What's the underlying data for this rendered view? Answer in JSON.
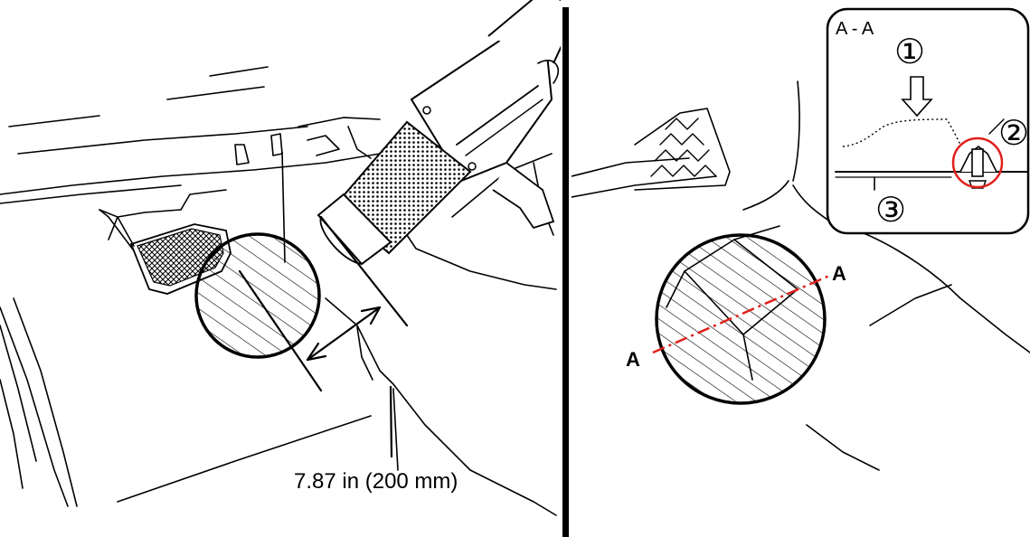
{
  "left": {
    "dimension_label": "7.87 in (200 mm)"
  },
  "right": {
    "section_line_label_start": "A",
    "section_line_label_end": "A",
    "inset": {
      "title": "A - A",
      "callout_1": "①",
      "callout_2": "②",
      "callout_3": "③"
    }
  },
  "colors": {
    "ink": "#000000",
    "section_line": "#e0201b",
    "highlight_circle": "#e0201b"
  }
}
